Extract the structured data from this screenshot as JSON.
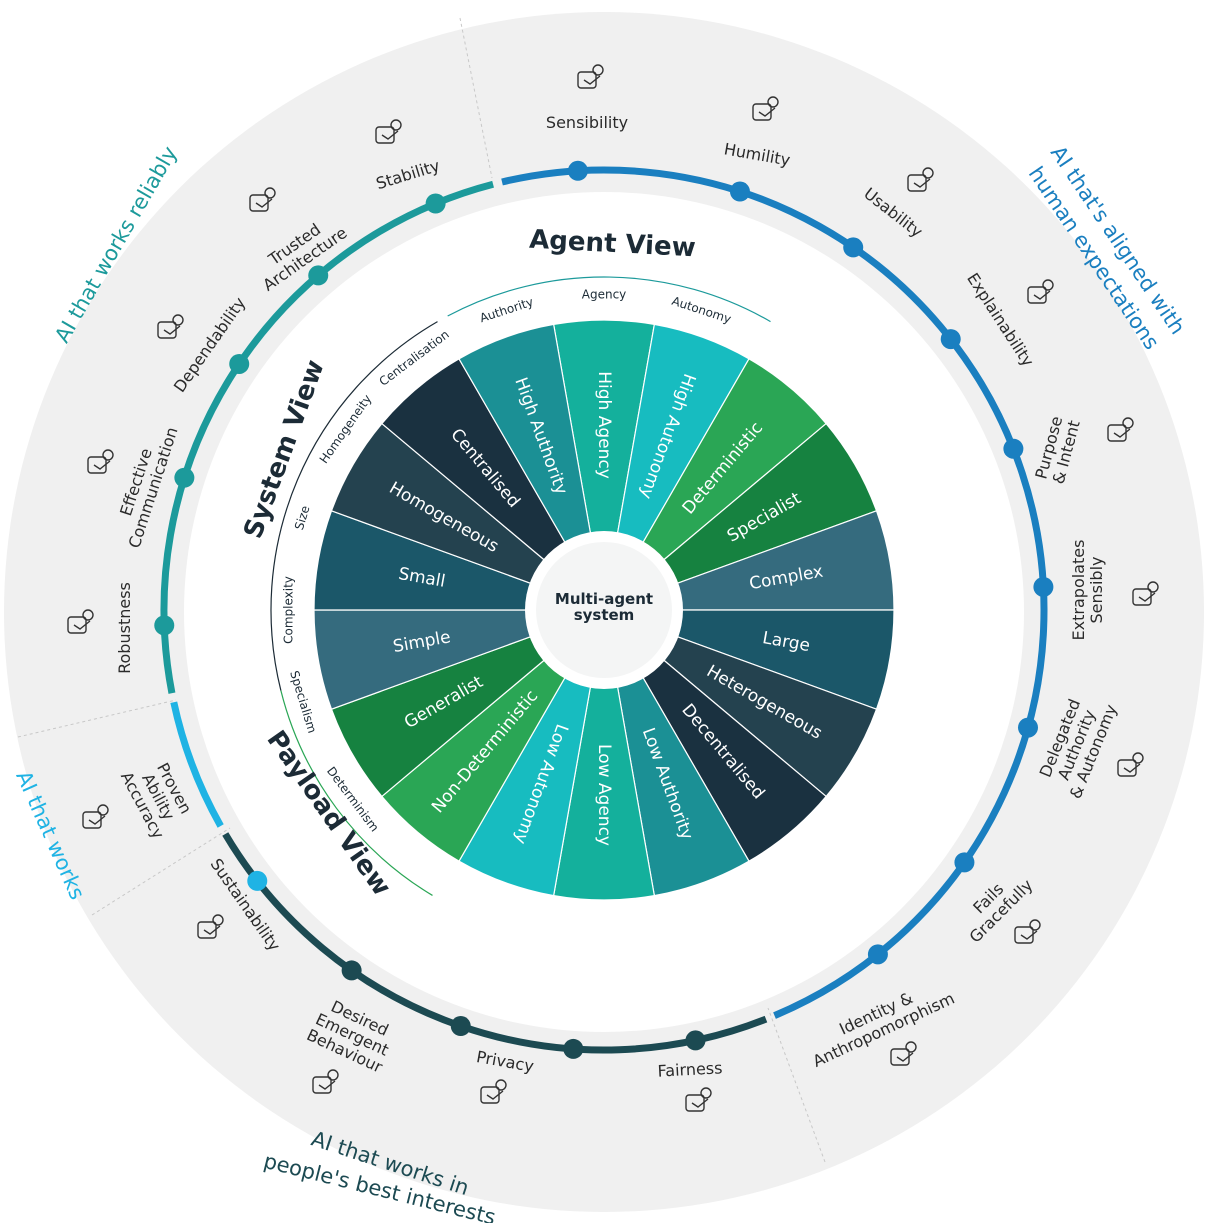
{
  "center": {
    "line1": "Multi-agent",
    "line2": "system"
  },
  "views": {
    "agent": "Agent View",
    "system": "System View",
    "payload": "Payload View"
  },
  "dimensions": [
    "Agency",
    "Autonomy",
    "Authority",
    "Centralisation",
    "Homogeneity",
    "Size",
    "Complexity",
    "Specialism",
    "Determinism"
  ],
  "wedges": [
    {
      "label": "High Agency",
      "color": "#14b09c"
    },
    {
      "label": "High Autonomy",
      "color": "#17bcc0"
    },
    {
      "label": "Deterministic",
      "color": "#2aa655"
    },
    {
      "label": "Specialist",
      "color": "#168240"
    },
    {
      "label": "Complex",
      "color": "#356b7e"
    },
    {
      "label": "Large",
      "color": "#1b5769"
    },
    {
      "label": "Heterogeneous",
      "color": "#24424f"
    },
    {
      "label": "Decentralised",
      "color": "#1a3140"
    },
    {
      "label": "Low Authority",
      "color": "#1b9095"
    },
    {
      "label": "Low Agency",
      "color": "#14b09c"
    },
    {
      "label": "Low Autonomy",
      "color": "#17bcc0"
    },
    {
      "label": "Non-Deterministic",
      "color": "#2aa655"
    },
    {
      "label": "Generalist",
      "color": "#168240"
    },
    {
      "label": "Simple",
      "color": "#356b7e"
    },
    {
      "label": "Small",
      "color": "#1b5769"
    },
    {
      "label": "Homogeneous",
      "color": "#24424f"
    },
    {
      "label": "Centralised",
      "color": "#1a3140"
    },
    {
      "label": "High Authority",
      "color": "#1b9095"
    }
  ],
  "sections": [
    {
      "title": [
        "AI that works reliably"
      ],
      "color": "#1c9a9b"
    },
    {
      "title": [
        "AI that's aligned with",
        "human expectations"
      ],
      "color": "#1a7fc0"
    },
    {
      "title": [
        "AI that works in",
        "people's best interests"
      ],
      "color": "#1c4a52"
    },
    {
      "title": [
        "AI that works"
      ],
      "color": "#1fb3e4"
    }
  ],
  "principles": [
    {
      "label": [
        "Sensibility"
      ],
      "icon": "presenter-icon",
      "section": 1
    },
    {
      "label": [
        "Humility"
      ],
      "icon": "group-icon",
      "section": 1
    },
    {
      "label": [
        "Usability"
      ],
      "icon": "user-screen-icon",
      "section": 1
    },
    {
      "label": [
        "Explainability"
      ],
      "icon": "board-explain-icon",
      "section": 1
    },
    {
      "label": [
        "Purpose",
        "& Intent"
      ],
      "icon": "running-person-icon",
      "section": 1
    },
    {
      "label": [
        "Extrapolates",
        "Sensibly"
      ],
      "icon": "branch-arrow-icon",
      "section": 1
    },
    {
      "label": [
        "Delegated",
        "Authority",
        "& Autonomy"
      ],
      "icon": "flag-icon",
      "section": 1
    },
    {
      "label": [
        "Fails",
        "Gracefully"
      ],
      "icon": "error-note-icon",
      "section": 1
    },
    {
      "label": [
        "Identity &",
        "Anthropomorphism"
      ],
      "icon": "person-icon",
      "section": 1
    },
    {
      "label": [
        "Fairness"
      ],
      "icon": "folder-check-icon",
      "section": 2
    },
    {
      "label": [
        "Privacy"
      ],
      "icon": "camera-icon",
      "section": 2
    },
    {
      "label": [
        "Desired",
        "Emergent",
        "Behaviour"
      ],
      "icon": "squiggle-arrow-icon",
      "section": 2
    },
    {
      "label": [
        "Sustainability"
      ],
      "icon": "leaf-icon",
      "section": 2
    },
    {
      "label": [
        "Proven",
        "Ability",
        "Accuracy"
      ],
      "icon": "thumbs-up-icon",
      "section": 3
    },
    {
      "label": [
        "Robustness"
      ],
      "icon": "person-gear-icon",
      "section": 0
    },
    {
      "label": [
        "Effective",
        "Communication"
      ],
      "icon": "people-chat-icon",
      "section": 0
    },
    {
      "label": [
        "Dependability"
      ],
      "icon": "network-cubes-icon",
      "section": 0
    },
    {
      "label": [
        "Trusted",
        "Architecture"
      ],
      "icon": "building-icon",
      "section": 0
    },
    {
      "label": [
        "Stability"
      ],
      "icon": "hand-icon",
      "section": 0
    }
  ]
}
